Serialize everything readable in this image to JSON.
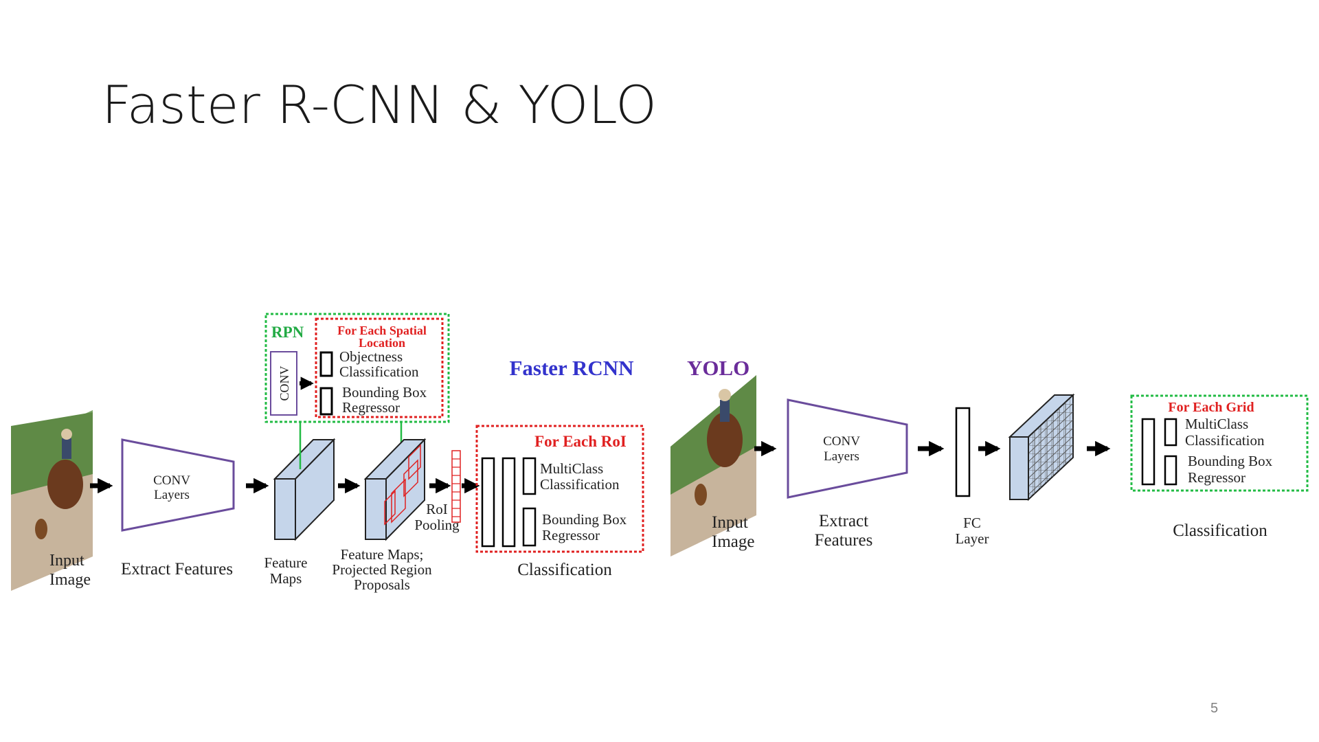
{
  "slide": {
    "title": "Faster R-CNN & YOLO",
    "page_number": "5"
  },
  "faster_rcnn": {
    "heading": "Faster RCNN",
    "heading_color": "#3333cc",
    "input_label_1": "Input",
    "input_label_2": "Image",
    "conv_label_1": "CONV",
    "conv_label_2": "Layers",
    "extract_label": "Extract Features",
    "feature_maps_label_1": "Feature",
    "feature_maps_label_2": "Maps",
    "rpn": {
      "title": "RPN",
      "title_color": "#22aa44",
      "conv_label": "CONV",
      "spatial_title_1": "For Each Spatial",
      "spatial_title_2": "Location",
      "objectness_1": "Objectness",
      "objectness_2": "Classification",
      "bbox_1": "Bounding Box",
      "bbox_2": "Regressor"
    },
    "proposals_label_1": "Feature Maps;",
    "proposals_label_2": "Projected Region",
    "proposals_label_3": "Proposals",
    "roi_label_1": "RoI",
    "roi_label_2": "Pooling",
    "roi_box": {
      "title": "For Each RoI",
      "title_color": "#e02020",
      "multiclass_1": "MultiClass",
      "multiclass_2": "Classification",
      "bbox_1": "Bounding Box",
      "bbox_2": "Regressor"
    },
    "classification_label": "Classification"
  },
  "yolo": {
    "heading": "YOLO",
    "heading_color": "#6a2c9a",
    "input_label_1": "Input",
    "input_label_2": "Image",
    "conv_label_1": "CONV",
    "conv_label_2": "Layers",
    "extract_label_1": "Extract",
    "extract_label_2": "Features",
    "fc_label_1": "FC",
    "fc_label_2": "Layer",
    "grid_box": {
      "title": "For Each Grid",
      "title_color": "#e02020",
      "multiclass_1": "MultiClass",
      "multiclass_2": "Classification",
      "bbox_1": "Bounding Box",
      "bbox_2": "Regressor"
    },
    "classification_label": "Classification"
  },
  "colors": {
    "feature_map_fill": "#c5d5ea",
    "conv_stroke": "#6a4c9c",
    "green_dashed": "#22bb44",
    "red_dashed": "#e02020"
  }
}
